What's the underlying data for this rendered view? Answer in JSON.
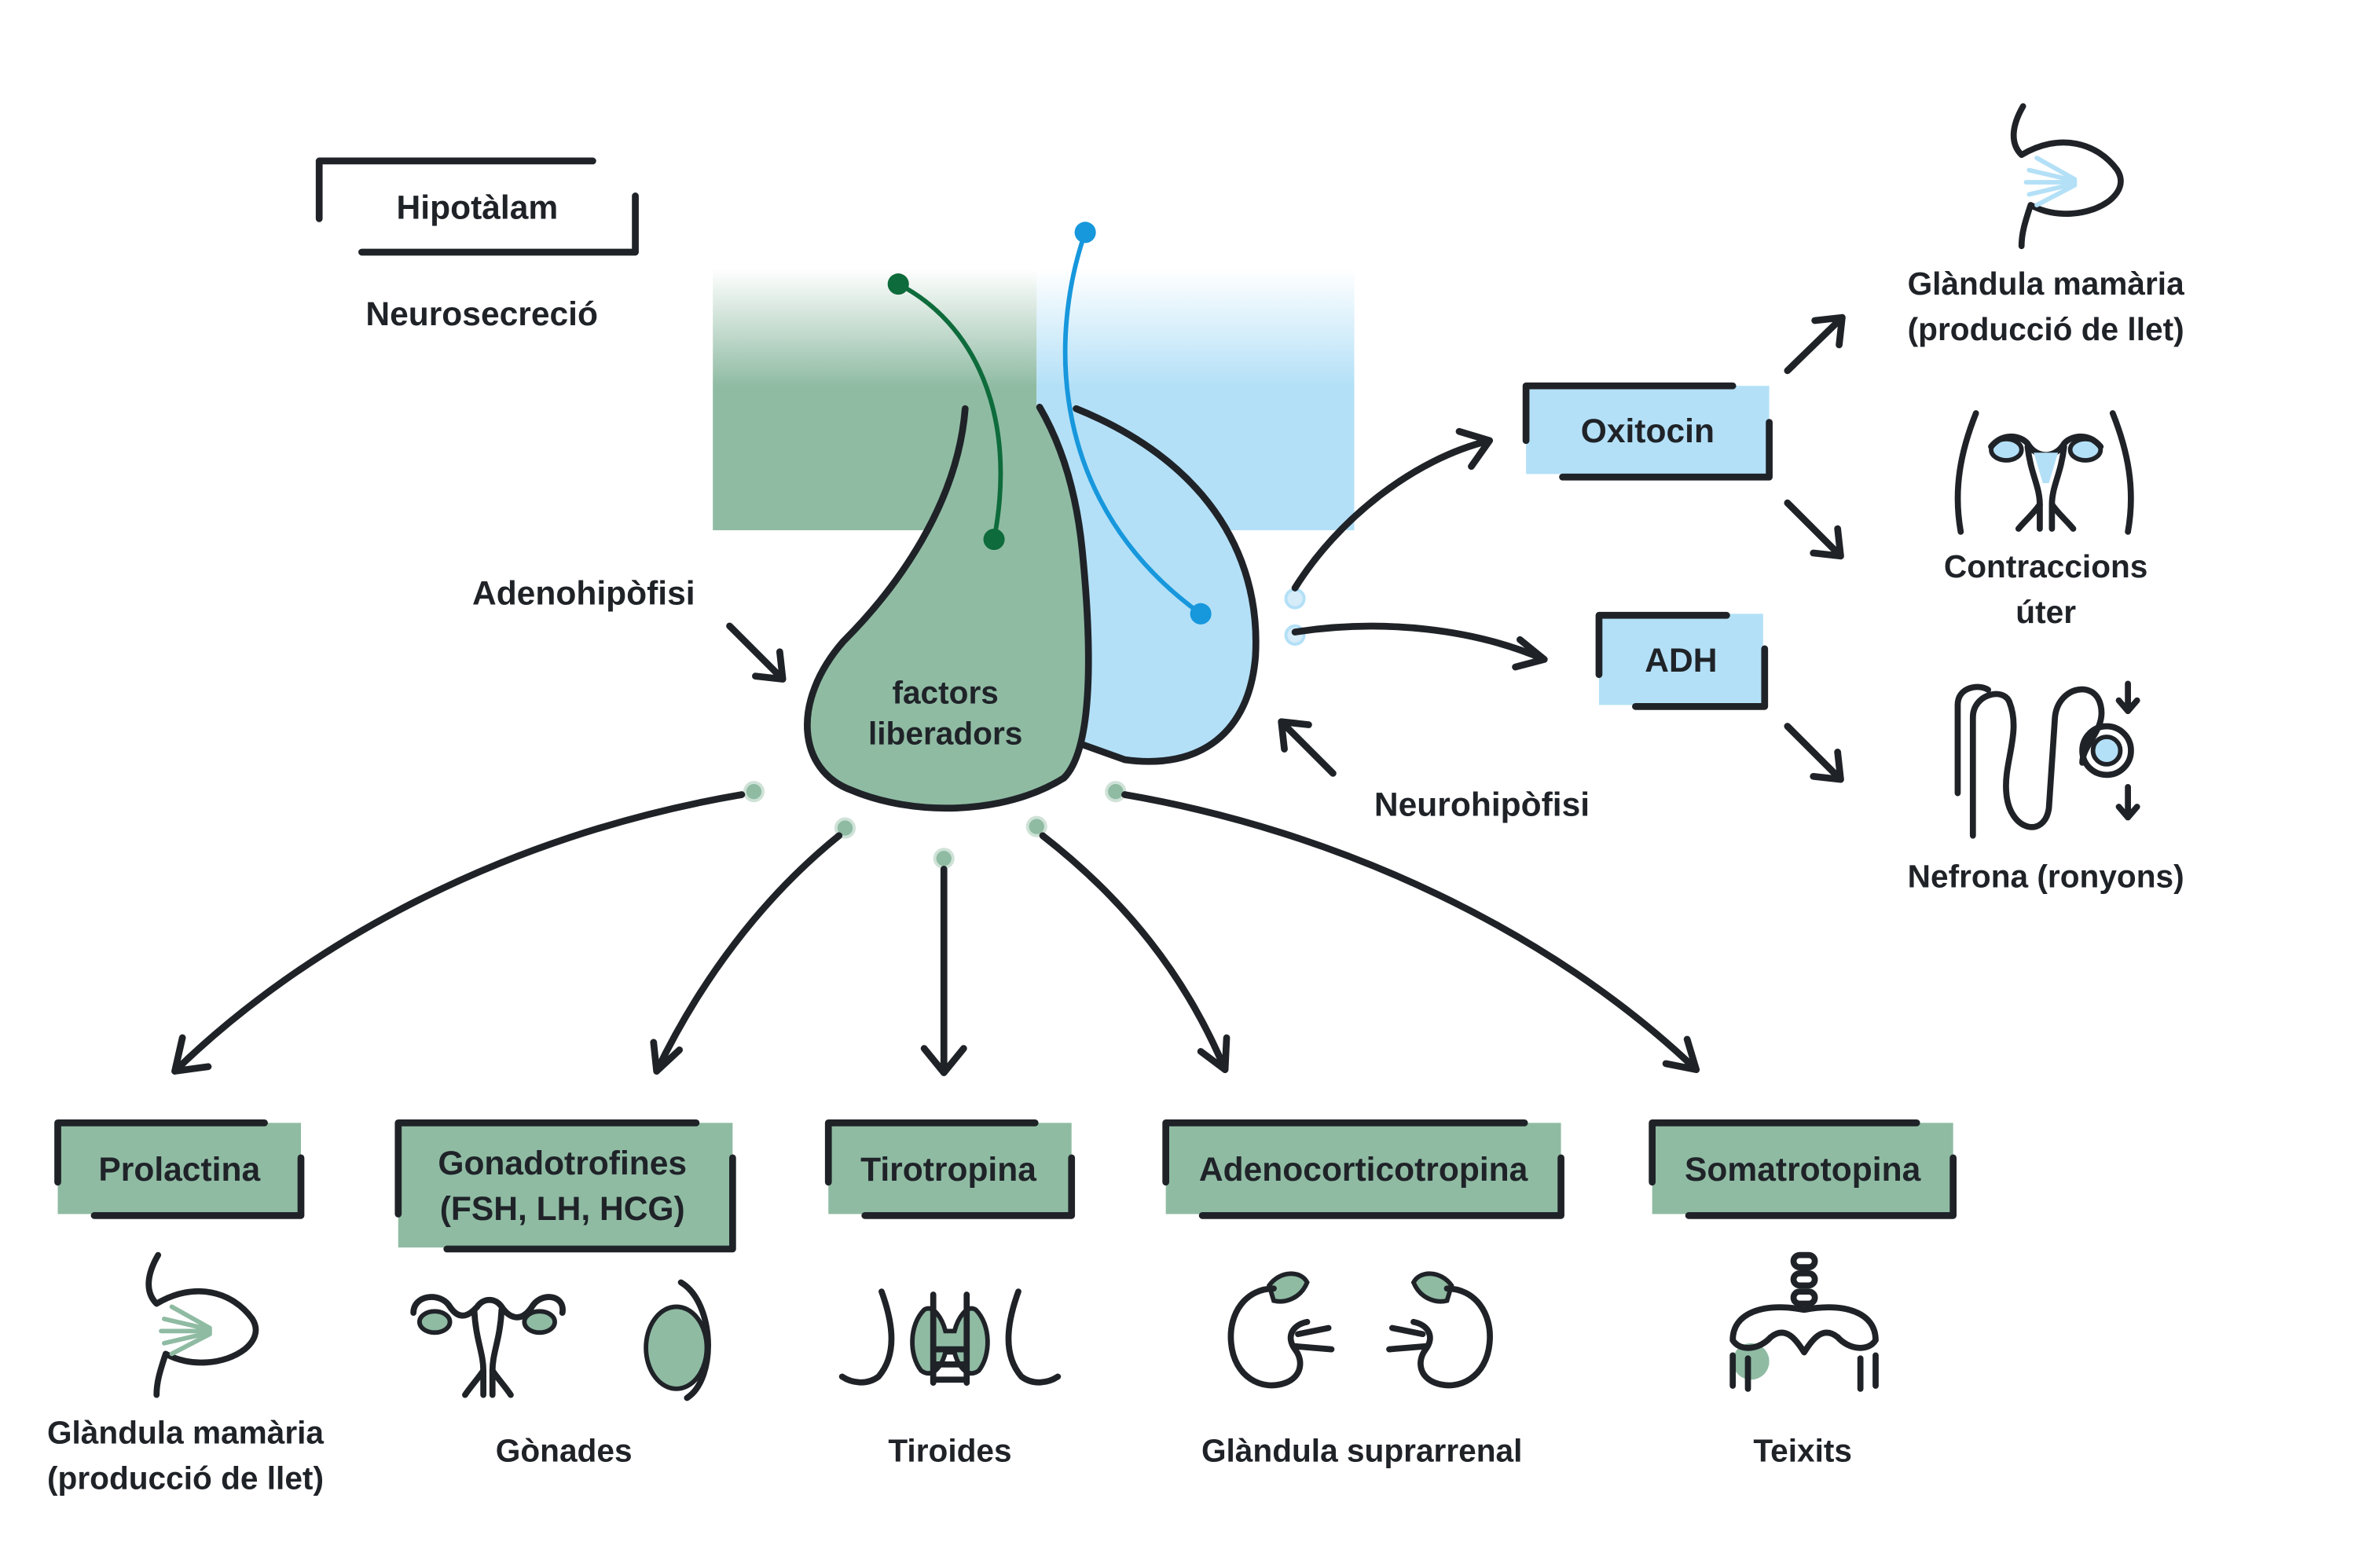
{
  "colors": {
    "green": "#8fbba3",
    "dark_green": "#0e6b3b",
    "light_blue": "#b3e0f7",
    "blue": "#1797dc",
    "ink": "#1f2328"
  },
  "top": {
    "hypothalamus": "Hipotàlam",
    "neurosecretion": "Neurosecreció",
    "adenohypophysis": "Adenohipòfisi",
    "neurohypophysis": "Neurohipòfisi",
    "releasing_factors": [
      "factors",
      "liberadors"
    ]
  },
  "posterior_hormones": [
    {
      "label": "Oxitocin",
      "icon": "oxytocin-hormone"
    },
    {
      "label": "ADH",
      "icon": "adh-hormone"
    }
  ],
  "posterior_targets": [
    {
      "label": [
        "Glàndula mamària",
        "(producció de llet)"
      ],
      "icon": "breast-icon"
    },
    {
      "label": [
        "Contraccions",
        "úter"
      ],
      "icon": "uterus-icon"
    },
    {
      "label": [
        "Nefrona (ronyons)"
      ],
      "icon": "nephron-icon"
    }
  ],
  "anterior_hormones": [
    {
      "label": [
        "Prolactina"
      ],
      "target": [
        "Glàndula mamària",
        "(producció de llet)"
      ],
      "icon": "breast-icon"
    },
    {
      "label": [
        "Gonadotrofines",
        "(FSH, LH, HCG)"
      ],
      "target": [
        "Gònades"
      ],
      "icon": "gonads-icon"
    },
    {
      "label": [
        "Tirotropina"
      ],
      "target": [
        "Tiroides"
      ],
      "icon": "thyroid-icon"
    },
    {
      "label": [
        "Adenocorticotropina"
      ],
      "target": [
        "Glàndula suprarrenal"
      ],
      "icon": "adrenal-gland-icon"
    },
    {
      "label": [
        "Somatrotopina"
      ],
      "target": [
        "Teixits"
      ],
      "icon": "pelvis-tissue-icon"
    }
  ]
}
